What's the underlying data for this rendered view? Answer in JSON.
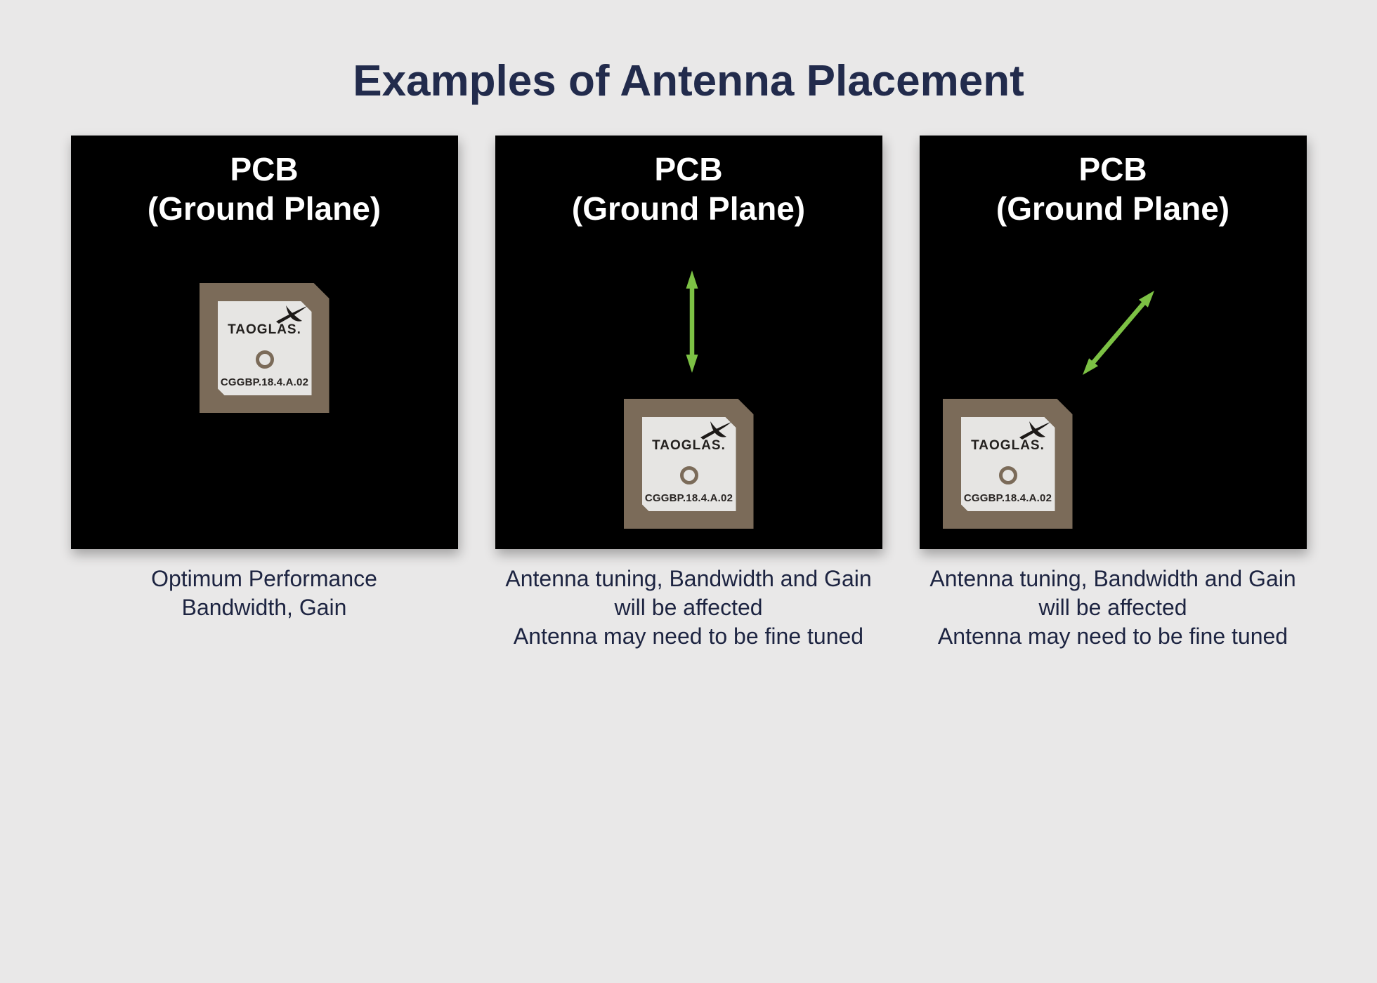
{
  "title": "Examples of Antenna Placement",
  "colors": {
    "background": "#e9e8e8",
    "board": "#000000",
    "board_text": "#ffffff",
    "title_text": "#222b4c",
    "caption_text": "#1d2441",
    "antenna_frame": "#7b6b59",
    "antenna_label_bg": "#e6e5e3",
    "antenna_text": "#23201e",
    "arrow_green": "#7cc144"
  },
  "panels": [
    {
      "board_title_line1": "PCB",
      "board_title_line2": "(Ground Plane)",
      "antenna_position": "center",
      "arrow": "none",
      "antenna": {
        "brand": "TAOGLAS.",
        "part_number": "CGGBP.18.4.A.02"
      },
      "caption_lines": [
        "Optimum Performance",
        "Bandwidth, Gain"
      ]
    },
    {
      "board_title_line1": "PCB",
      "board_title_line2": "(Ground Plane)",
      "antenna_position": "bottom-center",
      "arrow": "vertical-double",
      "antenna": {
        "brand": "TAOGLAS.",
        "part_number": "CGGBP.18.4.A.02"
      },
      "caption_lines": [
        "Antenna tuning, Bandwidth and Gain",
        "will be affected",
        "Antenna may need to be fine tuned"
      ]
    },
    {
      "board_title_line1": "PCB",
      "board_title_line2": "(Ground Plane)",
      "antenna_position": "bottom-left",
      "arrow": "diagonal-double",
      "antenna": {
        "brand": "TAOGLAS.",
        "part_number": "CGGBP.18.4.A.02"
      },
      "caption_lines": [
        "Antenna tuning, Bandwidth and Gain",
        "will be affected",
        "Antenna may need to be fine tuned"
      ]
    }
  ]
}
